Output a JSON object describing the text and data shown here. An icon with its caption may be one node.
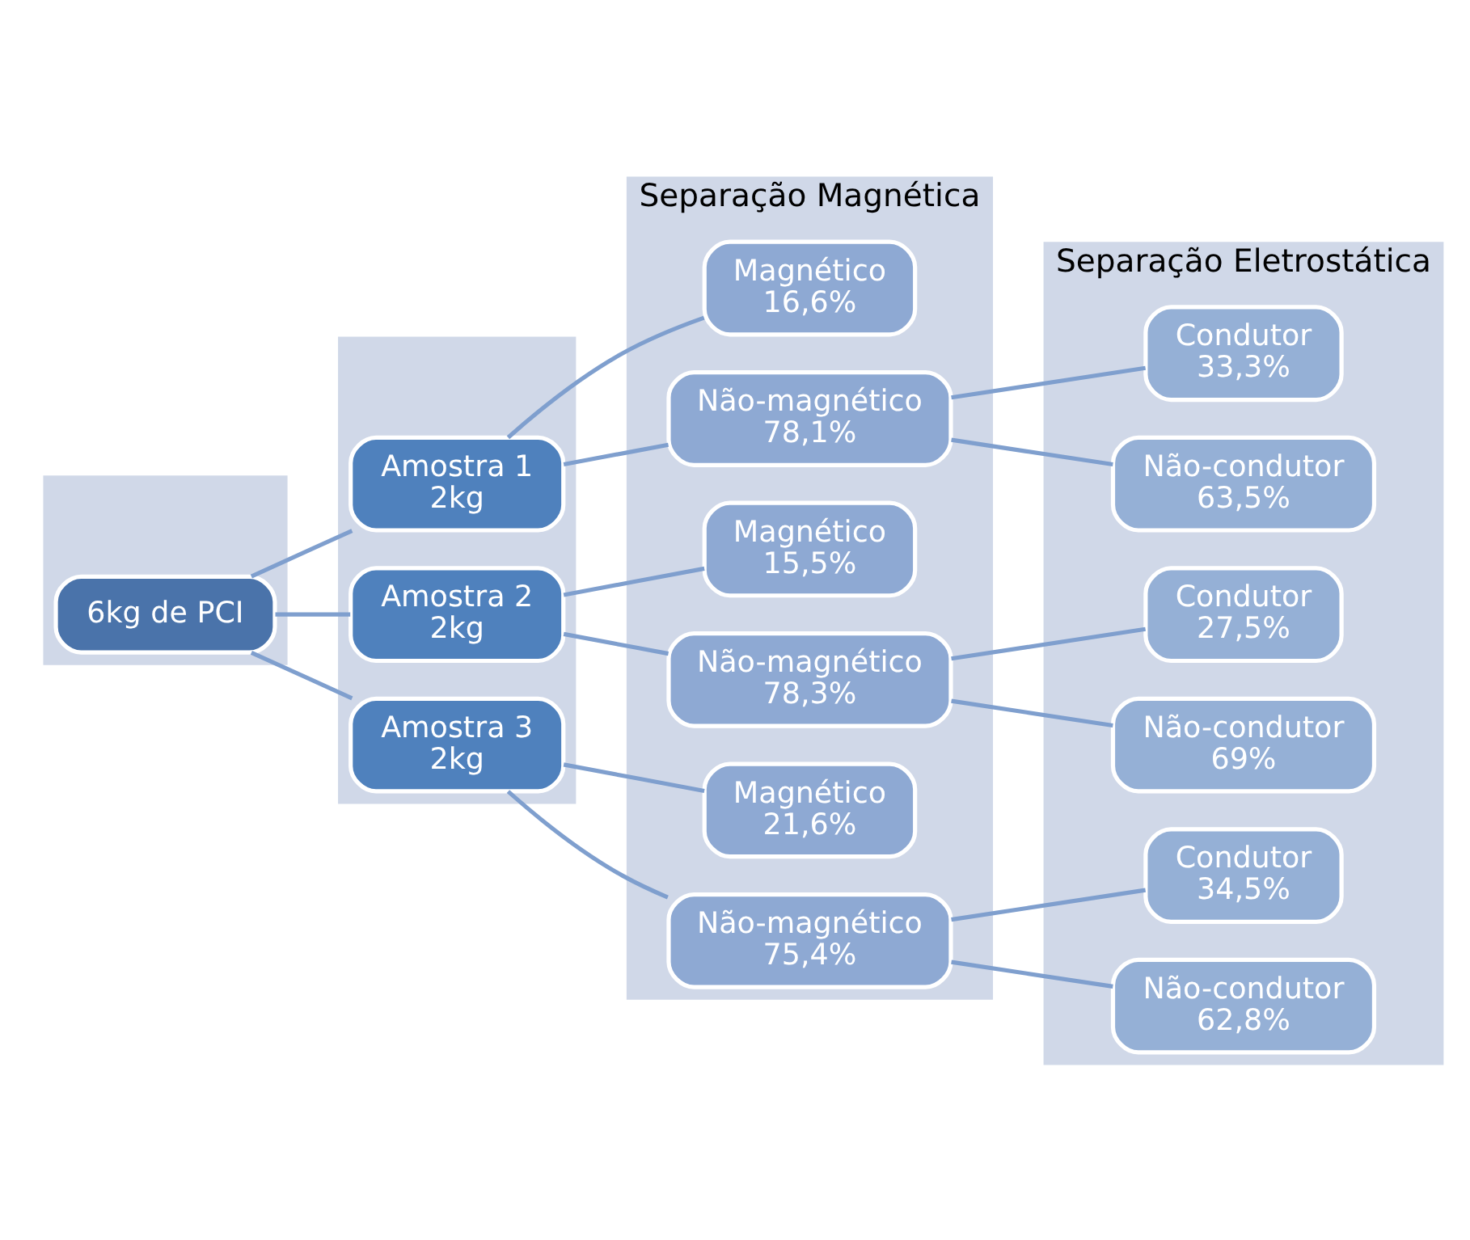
{
  "diagram": {
    "nodes": [
      {
        "text": [],
        "shape": "box"
      },
      {
        "text": [],
        "shape": "box"
      },
      {
        "text": [
          "Separação Magnética"
        ]
      },
      {
        "text": [
          "Separação Eletrostática"
        ]
      },
      {
        "text": [
          "6kg de PCI"
        ],
        "in": 0
      },
      {
        "text": [
          "Amostra 1",
          "2kg"
        ],
        "in": 1
      },
      {
        "text": [
          "Amostra 2",
          "2kg"
        ],
        "in": 1
      },
      {
        "text": [
          "Amostra 3",
          "2kg"
        ],
        "in": 1
      },
      {
        "text": [
          "Magnético",
          "16,6%"
        ],
        "in": 2
      },
      {
        "text": [
          "Não-magnético",
          "78,1%"
        ],
        "in": 2
      },
      {
        "text": [
          "Magnético",
          "15,5%"
        ],
        "in": 2
      },
      {
        "text": [
          "Não-magnético",
          "78,3%"
        ],
        "in": 2
      },
      {
        "text": [
          "Magnético",
          "21,6%"
        ],
        "in": 2
      },
      {
        "text": [
          "Não-magnético",
          "75,4%"
        ],
        "in": 2
      },
      {
        "text": [
          "Condutor",
          "33,3%"
        ],
        "in": 3
      },
      {
        "text": [
          "Não-condutor",
          "63,5%"
        ],
        "in": 3
      },
      {
        "text": [
          "Condutor",
          "27,5%"
        ],
        "in": 3
      },
      {
        "text": [
          "Não-condutor",
          "69%"
        ],
        "in": 3
      },
      {
        "text": [
          "Condutor",
          "34,5%"
        ],
        "in": 3
      },
      {
        "text": [
          "Não-condutor",
          "62,8%"
        ],
        "in": 3
      }
    ],
    "edges": [
      {
        "from": 4,
        "to": 5,
        "arrow": "none"
      },
      {
        "from": 4,
        "to": 6,
        "arrow": "none"
      },
      {
        "from": 4,
        "to": 7,
        "arrow": "none"
      },
      {
        "from": 5,
        "to": 8,
        "arrow": "none"
      },
      {
        "from": 5,
        "to": 9,
        "arrow": "none"
      },
      {
        "from": 6,
        "to": 10,
        "arrow": "none"
      },
      {
        "from": 6,
        "to": 11,
        "arrow": "none"
      },
      {
        "from": 7,
        "to": 12,
        "arrow": "none"
      },
      {
        "from": 7,
        "to": 13,
        "arrow": "none"
      },
      {
        "from": 9,
        "to": 14,
        "arrow": "none"
      },
      {
        "from": 9,
        "to": 15,
        "arrow": "none"
      },
      {
        "from": 11,
        "to": 16,
        "arrow": "none"
      },
      {
        "from": 11,
        "to": 17,
        "arrow": "none"
      },
      {
        "from": 13,
        "to": 18,
        "arrow": "none"
      },
      {
        "from": 13,
        "to": 19,
        "arrow": "none"
      }
    ]
  }
}
